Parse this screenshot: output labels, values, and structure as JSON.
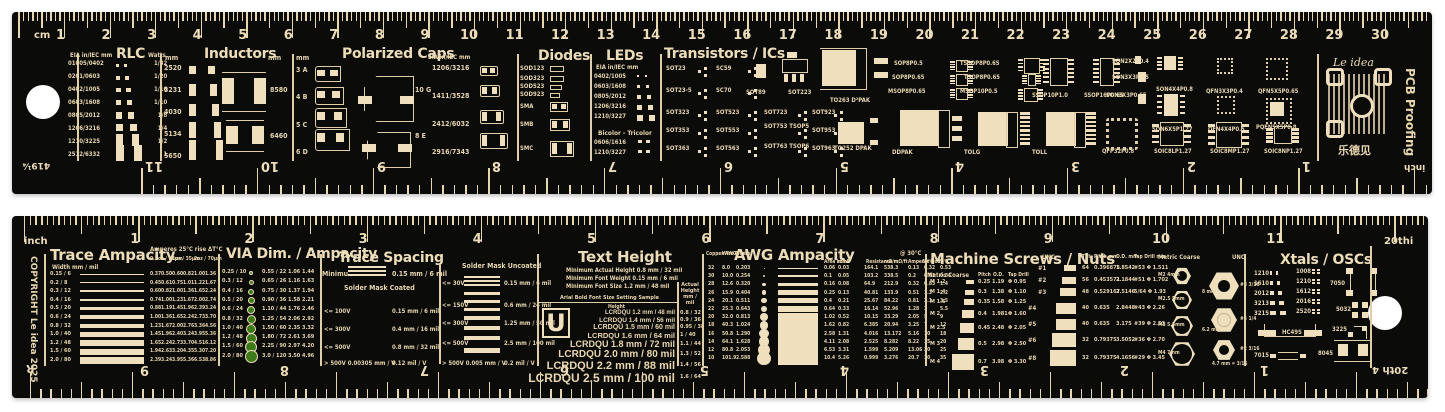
{
  "colors": {
    "board": "#0b0b0a",
    "copper": "#efdfbd",
    "via_fill": "#3d7a1a",
    "background": "#ffffff"
  },
  "ruler_top": {
    "cm_label": "cm",
    "cm_numbers": [
      "1",
      "2",
      "3",
      "4",
      "5",
      "6",
      "7",
      "8",
      "9",
      "10",
      "11",
      "12",
      "13",
      "14",
      "15",
      "16",
      "17",
      "18",
      "19",
      "20",
      "21",
      "22",
      "23",
      "24",
      "25",
      "26",
      "27",
      "28",
      "29",
      "30"
    ],
    "inch_label": "inch",
    "inch_numbers_flipped": [
      "11",
      "10",
      "9",
      "8",
      "7",
      "6",
      "5",
      "4",
      "3",
      "2",
      "1"
    ],
    "corner_flipped": "419¼",
    "rlc": {
      "title": "RLC",
      "col_left": "EIA in/IEC mm",
      "col_right": "Watts",
      "rows": [
        {
          "size": "01005/0402",
          "watts": "1/32"
        },
        {
          "size": "0201/0603",
          "watts": "1/20"
        },
        {
          "size": "0402/1005",
          "watts": "1/16"
        },
        {
          "size": "0603/1608",
          "watts": "1/10"
        },
        {
          "size": "0805/2012",
          "watts": "1/8"
        },
        {
          "size": "1206/3216",
          "watts": "1/4"
        },
        {
          "size": "1210/3225",
          "watts": "1/2"
        },
        {
          "size": "2512/6332",
          "watts": "1"
        }
      ]
    },
    "inductors": {
      "title": "Inductors",
      "unit_left": "mm",
      "unit_right": "mm",
      "sizes_left": [
        "2520",
        "3231",
        "4030",
        "5134",
        "5650"
      ],
      "sizes_right": [
        "8580",
        "6460"
      ]
    },
    "polarized_caps": {
      "title": "Polarized Caps",
      "unit": "mm",
      "left_codes": [
        "3 A",
        "4 B",
        "5 C",
        "6 D"
      ],
      "right_codes": [
        "10 G",
        "8 E"
      ],
      "eia_header": "EIA in/IEC mm",
      "eia_sizes": [
        "1206/3216",
        "1411/3528",
        "2412/6032",
        "2916/7343"
      ]
    },
    "diodes": {
      "title": "Diodes",
      "items": [
        "SOD123",
        "SOD323",
        "SOD523",
        "SOD923",
        "SMA",
        "SMB",
        "SMC"
      ]
    },
    "leds": {
      "title": "LEDs",
      "header": "EIA in/IEC mm",
      "items": [
        "0402/1005",
        "0603/1608",
        "0805/2012",
        "1206/3216",
        "1210/3227"
      ],
      "bicolor_title": "Bicolor - Tricolor",
      "bicolor_items": [
        "0606/1616",
        "1210/3227"
      ]
    },
    "transistors": {
      "title": "Transistors / ICs",
      "items": [
        "SOT23",
        "SC59",
        "SOT23-5",
        "SC70",
        "SOT89",
        "SOT223",
        "TO263 D²PAK",
        "SOT323",
        "SOT523",
        "SOT723",
        "SOT923",
        "SOT353",
        "SOT553",
        "SOT753 TSOP5",
        "SOT953",
        "SOT363",
        "SOT563",
        "SOT763 TSOP6",
        "SOT963",
        "TO252 DPAK",
        "DDPAK",
        "TOLG",
        "TOLL"
      ]
    },
    "ics": {
      "items": [
        "SOP8P0.5",
        "SOP8P0.65",
        "MSOP8P0.65",
        "TSSOP8P0.65",
        "TSOP8P0.65",
        "MSOP10P0.5",
        "SSOP10P1.0",
        "SSOP16P0.65",
        "SON2X2P0.4",
        "SON3X3P0.5",
        "SON3X3P0.65",
        "SON4X4P0.8",
        "SON6X5P1.27",
        "QFN3X3P0.4",
        "QFN4X4P0.5",
        "QFN5X5P0.65",
        "PQFN5X5P0.8",
        "QFP32P0.8",
        "SOIC8LP1.27",
        "SOIC8MP1.27",
        "SOIC8NP1.27"
      ]
    },
    "brand": {
      "name": "Le idea",
      "tagline": "PCB Proofing",
      "chinese": "乐德见"
    },
    "inch_corner": "inch"
  },
  "ruler_bottom": {
    "inch_label": "inch",
    "inch_numbers": [
      "1",
      "2",
      "3",
      "4",
      "5",
      "6",
      "7",
      "8",
      "9",
      "10",
      "11"
    ],
    "end_label": "20thi",
    "cm_numbers_flipped": [
      "9",
      "8",
      "7",
      "6",
      "5",
      "4",
      "3",
      "2",
      "1"
    ],
    "corner_flipped_left": "R",
    "corner_flipped_right": "20th 4",
    "copyright": "COPYRIGHT  Le idea  2025",
    "trace_ampacity": {
      "title": "Trace Ampacity",
      "width_header": "Width mm / mil",
      "amps_header": "Amperes   25°C  rise ΔT°C",
      "sub_headers": [
        "0.5oz / 18µm",
        "1oz / 35µm",
        "2oz / 70µm"
      ],
      "delta_headers": [
        "Δ10°C",
        "Δ20°C",
        "Δ10°C",
        "Δ20°C",
        "Δ10°C",
        "Δ20°C"
      ],
      "rows": [
        {
          "w": "0.15 / 6",
          "v": [
            "0.37",
            "0.50",
            "0.60",
            "0.82",
            "1.00",
            "1.36"
          ]
        },
        {
          "w": "0.2 / 8",
          "v": [
            "0.45",
            "0.61",
            "0.75",
            "1.01",
            "1.22",
            "1.67"
          ]
        },
        {
          "w": "0.3 / 12",
          "v": [
            "0.60",
            "0.82",
            "1.00",
            "1.36",
            "1.65",
            "2.24"
          ]
        },
        {
          "w": "0.4 / 16",
          "v": [
            "0.74",
            "1.00",
            "1.23",
            "1.67",
            "2.00",
            "2.74"
          ]
        },
        {
          "w": "0.5 / 20",
          "v": [
            "0.88",
            "1.19",
            "1.45",
            "1.96",
            "2.39",
            "3.24"
          ]
        },
        {
          "w": "0.6 / 24",
          "v": [
            "1.00",
            "1.36",
            "1.65",
            "2.24",
            "2.73",
            "3.70"
          ]
        },
        {
          "w": "0.8 / 32",
          "v": [
            "1.23",
            "1.67",
            "2.00",
            "2.76",
            "3.36",
            "4.56"
          ]
        },
        {
          "w": "1.0 / 40",
          "v": [
            "1.45",
            "1.96",
            "2.40",
            "3.24",
            "3.95",
            "5.36"
          ]
        },
        {
          "w": "1.2 / 48",
          "v": [
            "1.65",
            "2.24",
            "2.73",
            "3.70",
            "4.51",
            "6.12"
          ]
        },
        {
          "w": "1.5 / 60",
          "v": [
            "1.94",
            "2.63",
            "3.20",
            "4.35",
            "5.30",
            "7.20"
          ]
        },
        {
          "w": "2.0 / 80",
          "v": [
            "2.39",
            "3.24",
            "3.95",
            "5.36",
            "6.53",
            "8.86"
          ]
        }
      ]
    },
    "via": {
      "title": "VIA Dim. / Ampacity",
      "headers": [
        "Hole Ø mm / mil",
        "Pad Ø mm / mil",
        "Ampacity Δ10°C",
        "Δ20°C"
      ],
      "rows": [
        {
          "hole": "0.25 / 10",
          "pad": "0.55 / 22",
          "a10": "1.06",
          "a20": "1.44"
        },
        {
          "hole": "0.3 / 12",
          "pad": "0.65 / 26",
          "a10": "1.16",
          "a20": "1.63"
        },
        {
          "hole": "0.4 / 16",
          "pad": "0.75 / 30",
          "a10": "1.37",
          "a20": "1.94"
        },
        {
          "hole": "0.5 / 20",
          "pad": "0.90 / 36",
          "a10": "1.58",
          "a20": "2.21"
        },
        {
          "hole": "0.6 / 24",
          "pad": "1.10 / 44",
          "a10": "1.76",
          "a20": "2.46"
        },
        {
          "hole": "0.8 / 32",
          "pad": "1.25 / 54",
          "a10": "2.06",
          "a20": "2.92"
        },
        {
          "hole": "1.0 / 40",
          "pad": "1.50 / 60",
          "a10": "2.35",
          "a20": "3.32"
        },
        {
          "hole": "1.2 / 48",
          "pad": "1.80 / 72",
          "a10": "2.61",
          "a20": "3.69"
        },
        {
          "hole": "1.5 / 60",
          "pad": "2.25 / 90",
          "a10": "2.97",
          "a20": "4.20"
        },
        {
          "hole": "2.0 / 80",
          "pad": "3.0 / 120",
          "a10": "3.50",
          "a20": "4.96"
        }
      ]
    },
    "trace_spacing": {
      "title": "Trace Spacing",
      "minimum_label": "Minimum",
      "minimum_value": "0.15 mm / 6 mil",
      "coated_title": "Solder Mask Coated",
      "coated_headers": [
        "DC / AC Vpk",
        "Spacing"
      ],
      "coated_rows": [
        {
          "v": "<= 100V",
          "s": "0.15 mm / 6 mil"
        },
        {
          "v": "<= 300V",
          "s": "0.4 mm / 16 mil"
        },
        {
          "v": "<= 500V",
          "s": "0.8 mm / 32 mil"
        },
        {
          "v": "> 500V  0.00305 mm / V",
          "s": "0.12 mil / V"
        }
      ],
      "uncoated_title": "Solder Mask Uncoated",
      "uncoated_headers": [
        "DC / AC Vpk",
        "Spacing"
      ],
      "uncoated_rows": [
        {
          "v": "<= 30V",
          "s": "0.15 mm / 6 mil"
        },
        {
          "v": "<= 150V",
          "s": "0.6 mm / 24 mil"
        },
        {
          "v": "<= 300V",
          "s": "1.25 mm / 50 mil"
        },
        {
          "v": "<= 500V",
          "s": "2.5 mm / 100 mil"
        },
        {
          "v": "> 500V  0.005 mm / V",
          "s": "0.2 mil / V"
        }
      ]
    },
    "text_height": {
      "title": "Text Height",
      "lines": [
        "Minimum Actual Height 0.8 mm / 32 mil",
        "Minimum Font Weight 0.15 mm / 6 mil",
        "Minimum Font Size 1.2 mm / 48 mil"
      ],
      "sample_header": "Arial Bold Font Size Setting Sample",
      "actual_header": "Actual Height mm / mil",
      "height_label": "Height",
      "samples": [
        {
          "label": "LCRDQU 1.2 mm / 48 mil",
          "actual": "0.8 / 32",
          "size": 6
        },
        {
          "label": "LCRDQU 1.4 mm / 56 mil",
          "actual": "0.9 / 36",
          "size": 6.5
        },
        {
          "label": "LCRDQU 1.5 mm / 60 mil",
          "actual": "0.95 / 38",
          "size": 7
        },
        {
          "label": "LCRDQU 1.6 mm / 64 mil",
          "actual": "1 / 40",
          "size": 7.5
        },
        {
          "label": "LCRDQU 1.8 mm / 72 mil",
          "actual": "1.1 / 44",
          "size": 9
        },
        {
          "label": "LCRDQU 2.0 mm / 80 mil",
          "actual": "1.3 / 52",
          "size": 10
        },
        {
          "label": "LCRDQU 2.2 mm / 88 mil",
          "actual": "1.4 / 56",
          "size": 11
        },
        {
          "label": "LCRDQU 2.5 mm / 100 mil",
          "actual": "1.6 / 64",
          "size": 12
        }
      ]
    },
    "awg": {
      "title": "AWG Ampacity",
      "headers": [
        "Copper AWG",
        "Wire Ø mil",
        "Ø mm",
        "Area kcmil",
        "mm²",
        "Resistance mΩ/ft",
        "mΩ/m",
        "Amperes Nom.",
        "60°C",
        "75°C"
      ],
      "temp_note": "@ 30°C",
      "rows": [
        [
          "32",
          "8.0",
          "0.203",
          "0.06",
          "0.03",
          "164.1",
          "538.3",
          "0.13",
          "0.32",
          "0.53"
        ],
        [
          "30",
          "10.0",
          "0.254",
          "0.1",
          "0.05",
          "103.2",
          "338.5",
          "0.2",
          "0.52",
          "0.86"
        ],
        [
          "28",
          "12.6",
          "0.320",
          "0.16",
          "0.08",
          "64.9",
          "212.9",
          "0.32",
          "0.83",
          "1.4"
        ],
        [
          "26",
          "15.9",
          "0.404",
          "0.25",
          "0.13",
          "40.81",
          "133.9",
          "0.51",
          "1.3",
          "2.2"
        ],
        [
          "24",
          "20.1",
          "0.511",
          "0.4",
          "0.21",
          "25.67",
          "84.22",
          "0.81",
          "2.1",
          "3.5"
        ],
        [
          "22",
          "25.3",
          "0.643",
          "0.64",
          "0.33",
          "16.14",
          "52.96",
          "1.28",
          "3",
          "5.5"
        ],
        [
          "20",
          "32.0",
          "0.813",
          "1.02",
          "0.52",
          "10.15",
          "33.29",
          "2.05",
          "5",
          "9"
        ],
        [
          "18",
          "40.3",
          "1.024",
          "1.62",
          "0.82",
          "6.385",
          "20.94",
          "3.25",
          "7",
          "12"
        ],
        [
          "16",
          "50.8",
          "1.290",
          "2.58",
          "1.31",
          "4.016",
          "13.172",
          "5.16",
          "10",
          "18"
        ],
        [
          "14",
          "64.1",
          "1.628",
          "4.11",
          "2.08",
          "2.525",
          "8.282",
          "8.22",
          "15",
          "20"
        ],
        [
          "12",
          "80.8",
          "2.053",
          "6.53",
          "3.31",
          "1.599",
          "5.209",
          "13.06",
          "20",
          "25"
        ],
        [
          "10",
          "101.9",
          "2.588",
          "10.4",
          "5.26",
          "0.999",
          "3.276",
          "20.7",
          "30",
          "35"
        ]
      ]
    },
    "screws": {
      "title": "Machine Screws / Nuts",
      "metric_title": "Metric Coarse",
      "metric_headers": [
        "Pitch",
        "O.D.",
        "Tap Drill"
      ],
      "metric_rows": [
        {
          "m": "M 1.2",
          "p": "0.25",
          "od": "1.19",
          "tap": "Φ 0.95"
        },
        {
          "m": "M 1.4",
          "p": "0.3",
          "od": "1.38",
          "tap": "Φ 1.10"
        },
        {
          "m": "M 1.6",
          "p": "0.35",
          "od": "1.58",
          "tap": "Φ 1.25"
        },
        {
          "m": "M 2",
          "p": "0.4",
          "od": "1.981",
          "tap": "Φ 1.60"
        },
        {
          "m": "M 2.5",
          "p": "0.45",
          "od": "2.48",
          "tap": "Φ 2.05"
        },
        {
          "m": "M 3",
          "p": "0.5",
          "od": "2.98",
          "tap": "Φ 2.50"
        },
        {
          "m": "M 4",
          "p": "0.7",
          "od": "3.98",
          "tap": "Φ 3.30"
        }
      ],
      "unc_title": "UNC",
      "unc_headers": [
        "TPI",
        "Pitch mm",
        "O.D. mm",
        "Tap Drill mm"
      ],
      "unc_rows": [
        {
          "n": "#1",
          "tpi": "64",
          "p": "0.396875",
          "od": "1.8542",
          "tap": "#53 Φ 1.511"
        },
        {
          "n": "#2",
          "tpi": "56",
          "p": "0.453571",
          "od": "2.1844",
          "tap": "#51 Φ 1.702"
        },
        {
          "n": "#3",
          "tpi": "48",
          "p": "0.529167",
          "od": "2.5146",
          "tap": "5/64 Φ 1.93"
        },
        {
          "n": "#4",
          "tpi": "40",
          "p": "0.635",
          "od": "2.8448",
          "tap": "#43 Φ 2.26"
        },
        {
          "n": "#5",
          "tpi": "40",
          "p": "0.635",
          "od": "3.175",
          "tap": "#39 Φ 2.53"
        },
        {
          "n": "#6",
          "tpi": "32",
          "p": "0.79375",
          "od": "3.5052",
          "tap": "#36 Φ 2.70"
        },
        {
          "n": "#8",
          "tpi": "32",
          "p": "0.79375",
          "od": "4.1656",
          "tap": "#29 Φ 3.45"
        }
      ],
      "nuts_metric_title": "Metric Coarse",
      "nuts_metric": [
        "M2 4mm",
        "M2.5 5mm",
        "M3 5.5mm",
        "M4 7mm"
      ],
      "nuts_unc_title": "UNC",
      "nuts_unc": [
        "#8 3/16",
        "#4 1/4",
        "#2 3/16"
      ],
      "nut_notes": [
        "8 mm",
        "6.2 mm",
        "4.7 mm = 3/16"
      ]
    },
    "xtals": {
      "title": "Xtals / OSCs",
      "items_left": [
        "1210",
        "1610",
        "2012",
        "3213",
        "3215"
      ],
      "items_mid": [
        "1008",
        "1210",
        "1612",
        "2016",
        "2520"
      ],
      "items_right": [
        "7050",
        "5032",
        "3225",
        "8045"
      ],
      "bottom": [
        "HC49S",
        "7015"
      ]
    }
  }
}
